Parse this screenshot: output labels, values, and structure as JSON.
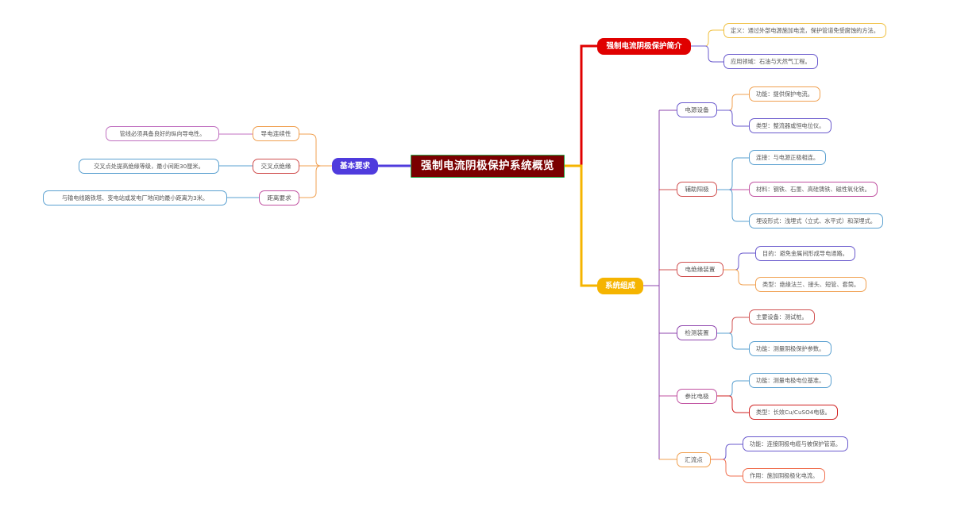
{
  "root": {
    "label": "强制电流阴极保护系统概览"
  },
  "intro": {
    "label": "强制电流阴极保护简介",
    "definition": "定义：通过外部电源施加电流，保护管道免受腐蚀的方法。",
    "application": "应用领域：石油与天然气工程。"
  },
  "requirements": {
    "label": "基本要求",
    "items": [
      {
        "label": "导电连续性",
        "detail": "管线必须具备良好的纵向导电性。"
      },
      {
        "label": "交叉点绝缘",
        "detail": "交叉点处提高绝缘等级，最小间距30厘米。"
      },
      {
        "label": "距离要求",
        "detail": "与输电线路铁塔、变电站或发电厂地间的最小距离为3米。"
      }
    ]
  },
  "system": {
    "label": "系统组成",
    "components": [
      {
        "label": "电源设备",
        "items": [
          "功能：提供保护电流。",
          "类型：整流器或恒电位仪。"
        ]
      },
      {
        "label": "辅助阳极",
        "items": [
          "连接：与电源正极相连。",
          "材料：钢铁、石墨、高硅铸铁、磁性氧化铁。",
          "埋设形式：浅埋式（立式、水平式）和深埋式。"
        ]
      },
      {
        "label": "电绝缘装置",
        "items": [
          "目的：避免金属间形成导电通路。",
          "类型：绝缘法兰、接头、短管、套筒。"
        ]
      },
      {
        "label": "检测装置",
        "items": [
          "主要设备：测试桩。",
          "功能：测量阴极保护参数。"
        ]
      },
      {
        "label": "参比电极",
        "items": [
          "功能：测量电极电位基准。",
          "类型：长效Cu/CuSO4电极。"
        ]
      },
      {
        "label": "汇流点",
        "items": [
          "功能：连接阴极电缆与被保护管道。",
          "作用：施加阴极极化电流。"
        ]
      }
    ]
  },
  "colors": {
    "root_bg": "#7a0000",
    "intro": "#e00000",
    "requirements": "#4f3bdd",
    "system": "#f5b400",
    "system_branch": "#8e44ad"
  }
}
